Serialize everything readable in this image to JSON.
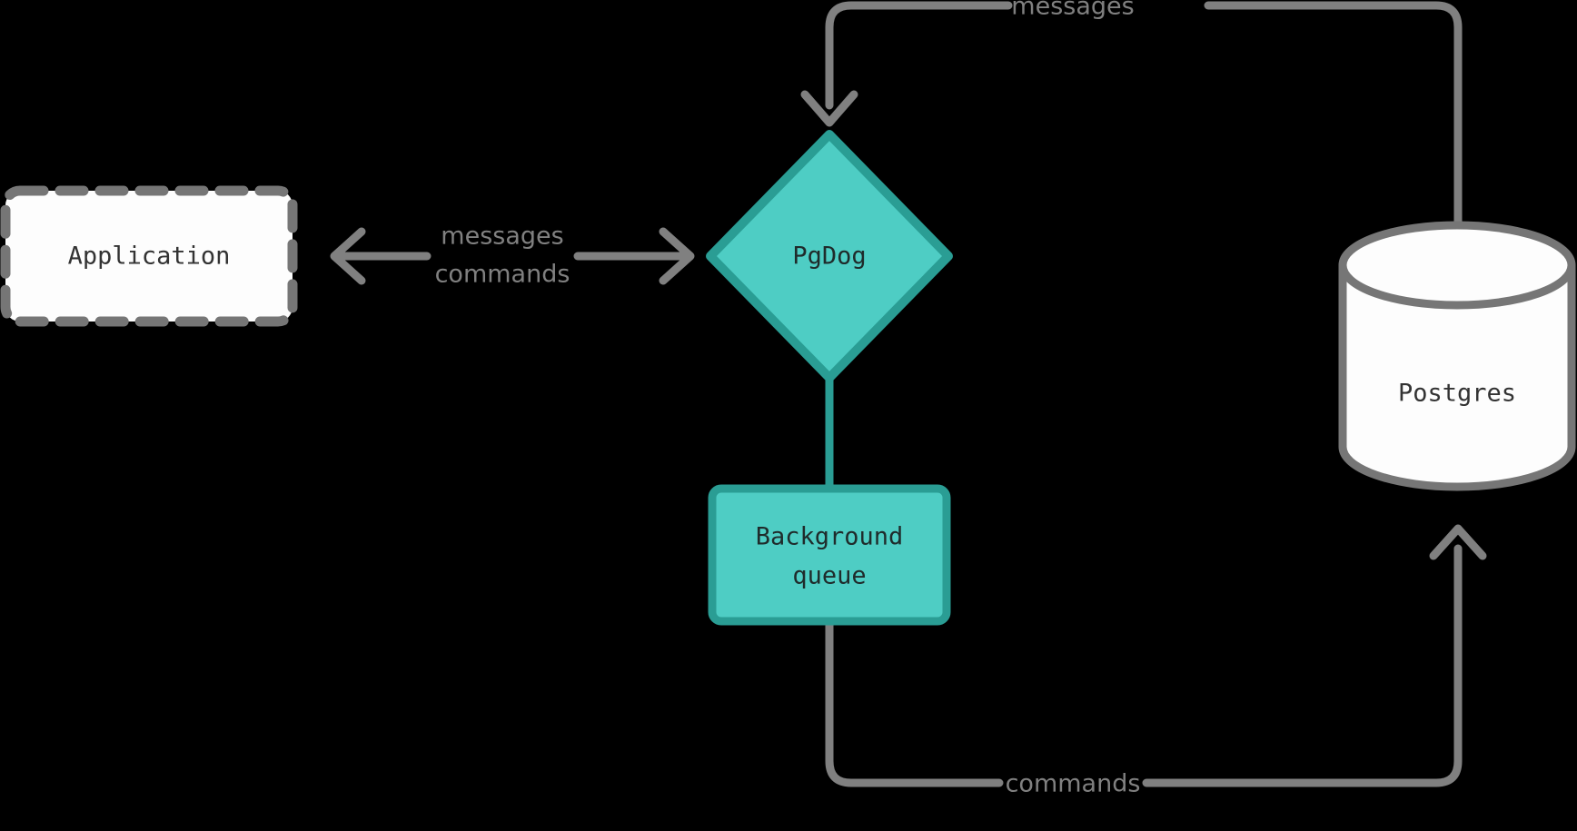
{
  "diagram": {
    "type": "flowchart",
    "background_color": "#000000",
    "palette": {
      "node_accent_fill": "#4ecdc4",
      "node_accent_stroke": "#2a9d94",
      "node_plain_fill": "#fdfdfd",
      "node_plain_stroke": "#767676",
      "edge_color": "#808080",
      "accent_edge_color": "#2a9d94",
      "label_text_color": "#808080",
      "node_text_color": "#1f2b2b"
    },
    "nodes": [
      {
        "id": "application",
        "label": "Application",
        "shape": "rounded-rect-dashed",
        "fill": "#fdfdfd",
        "stroke": "#767676"
      },
      {
        "id": "pgdog",
        "label": "PgDog",
        "shape": "diamond",
        "fill": "#4ecdc4",
        "stroke": "#2a9d94"
      },
      {
        "id": "background_queue",
        "label_line1": "Background",
        "label_line2": "queue",
        "shape": "rounded-rect",
        "fill": "#4ecdc4",
        "stroke": "#2a9d94"
      },
      {
        "id": "postgres",
        "label": "Postgres",
        "shape": "cylinder",
        "fill": "#fdfdfd",
        "stroke": "#767676"
      }
    ],
    "edges": [
      {
        "id": "pgdog-to-application",
        "from": "pgdog",
        "to": "application",
        "label_line1": "messages",
        "label_line2": "commands",
        "arrowhead": "left",
        "color": "#808080"
      },
      {
        "id": "application-to-pgdog",
        "from": "application",
        "to": "pgdog",
        "arrowhead": "right",
        "color": "#808080"
      },
      {
        "id": "postgres-to-pgdog",
        "from": "postgres",
        "to": "pgdog",
        "label": "messages",
        "arrowhead": "down",
        "color": "#808080"
      },
      {
        "id": "pgdog-to-background-queue",
        "from": "pgdog",
        "to": "background_queue",
        "arrowhead": "none",
        "color": "#2a9d94"
      },
      {
        "id": "background-queue-to-postgres",
        "from": "background_queue",
        "to": "postgres",
        "label": "commands",
        "arrowhead": "up",
        "color": "#808080"
      }
    ]
  }
}
